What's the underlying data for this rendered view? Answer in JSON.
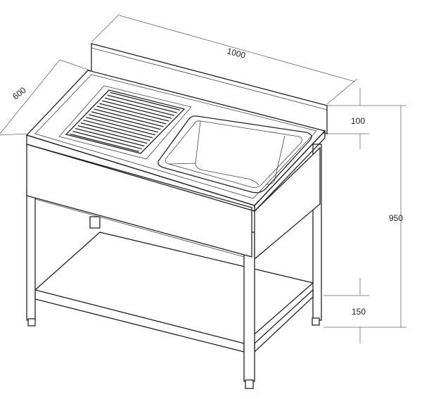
{
  "dimensions": {
    "width": "1000",
    "depth": "600",
    "backsplash_height": "100",
    "total_height": "950",
    "shelf_height": "150"
  }
}
